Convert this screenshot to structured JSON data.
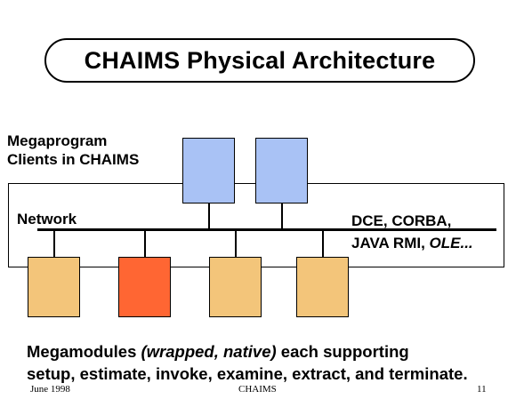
{
  "title": "CHAIMS Physical Architecture",
  "clients_label": [
    "Megaprogram",
    "Clients in CHAIMS"
  ],
  "network_label": "Network",
  "protocols": {
    "line1": "DCE, CORBA,",
    "line2_plain": "JAVA RMI, ",
    "line2_italic": "OLE..."
  },
  "colors": {
    "client": "#a9c2f5",
    "module": "#f3c57a",
    "module_native": "#ff6633"
  },
  "modules": [
    "wrapped",
    "native",
    "wrapped",
    "wrapped"
  ],
  "description": {
    "line1_start": "Megamodules ",
    "line1_italic": "(wrapped, native)",
    "line1_end": " each supporting",
    "line2": "setup, estimate, invoke, examine, extract, and terminate."
  },
  "footer": {
    "date": "June 1998",
    "center": "CHAIMS",
    "page": "11"
  }
}
